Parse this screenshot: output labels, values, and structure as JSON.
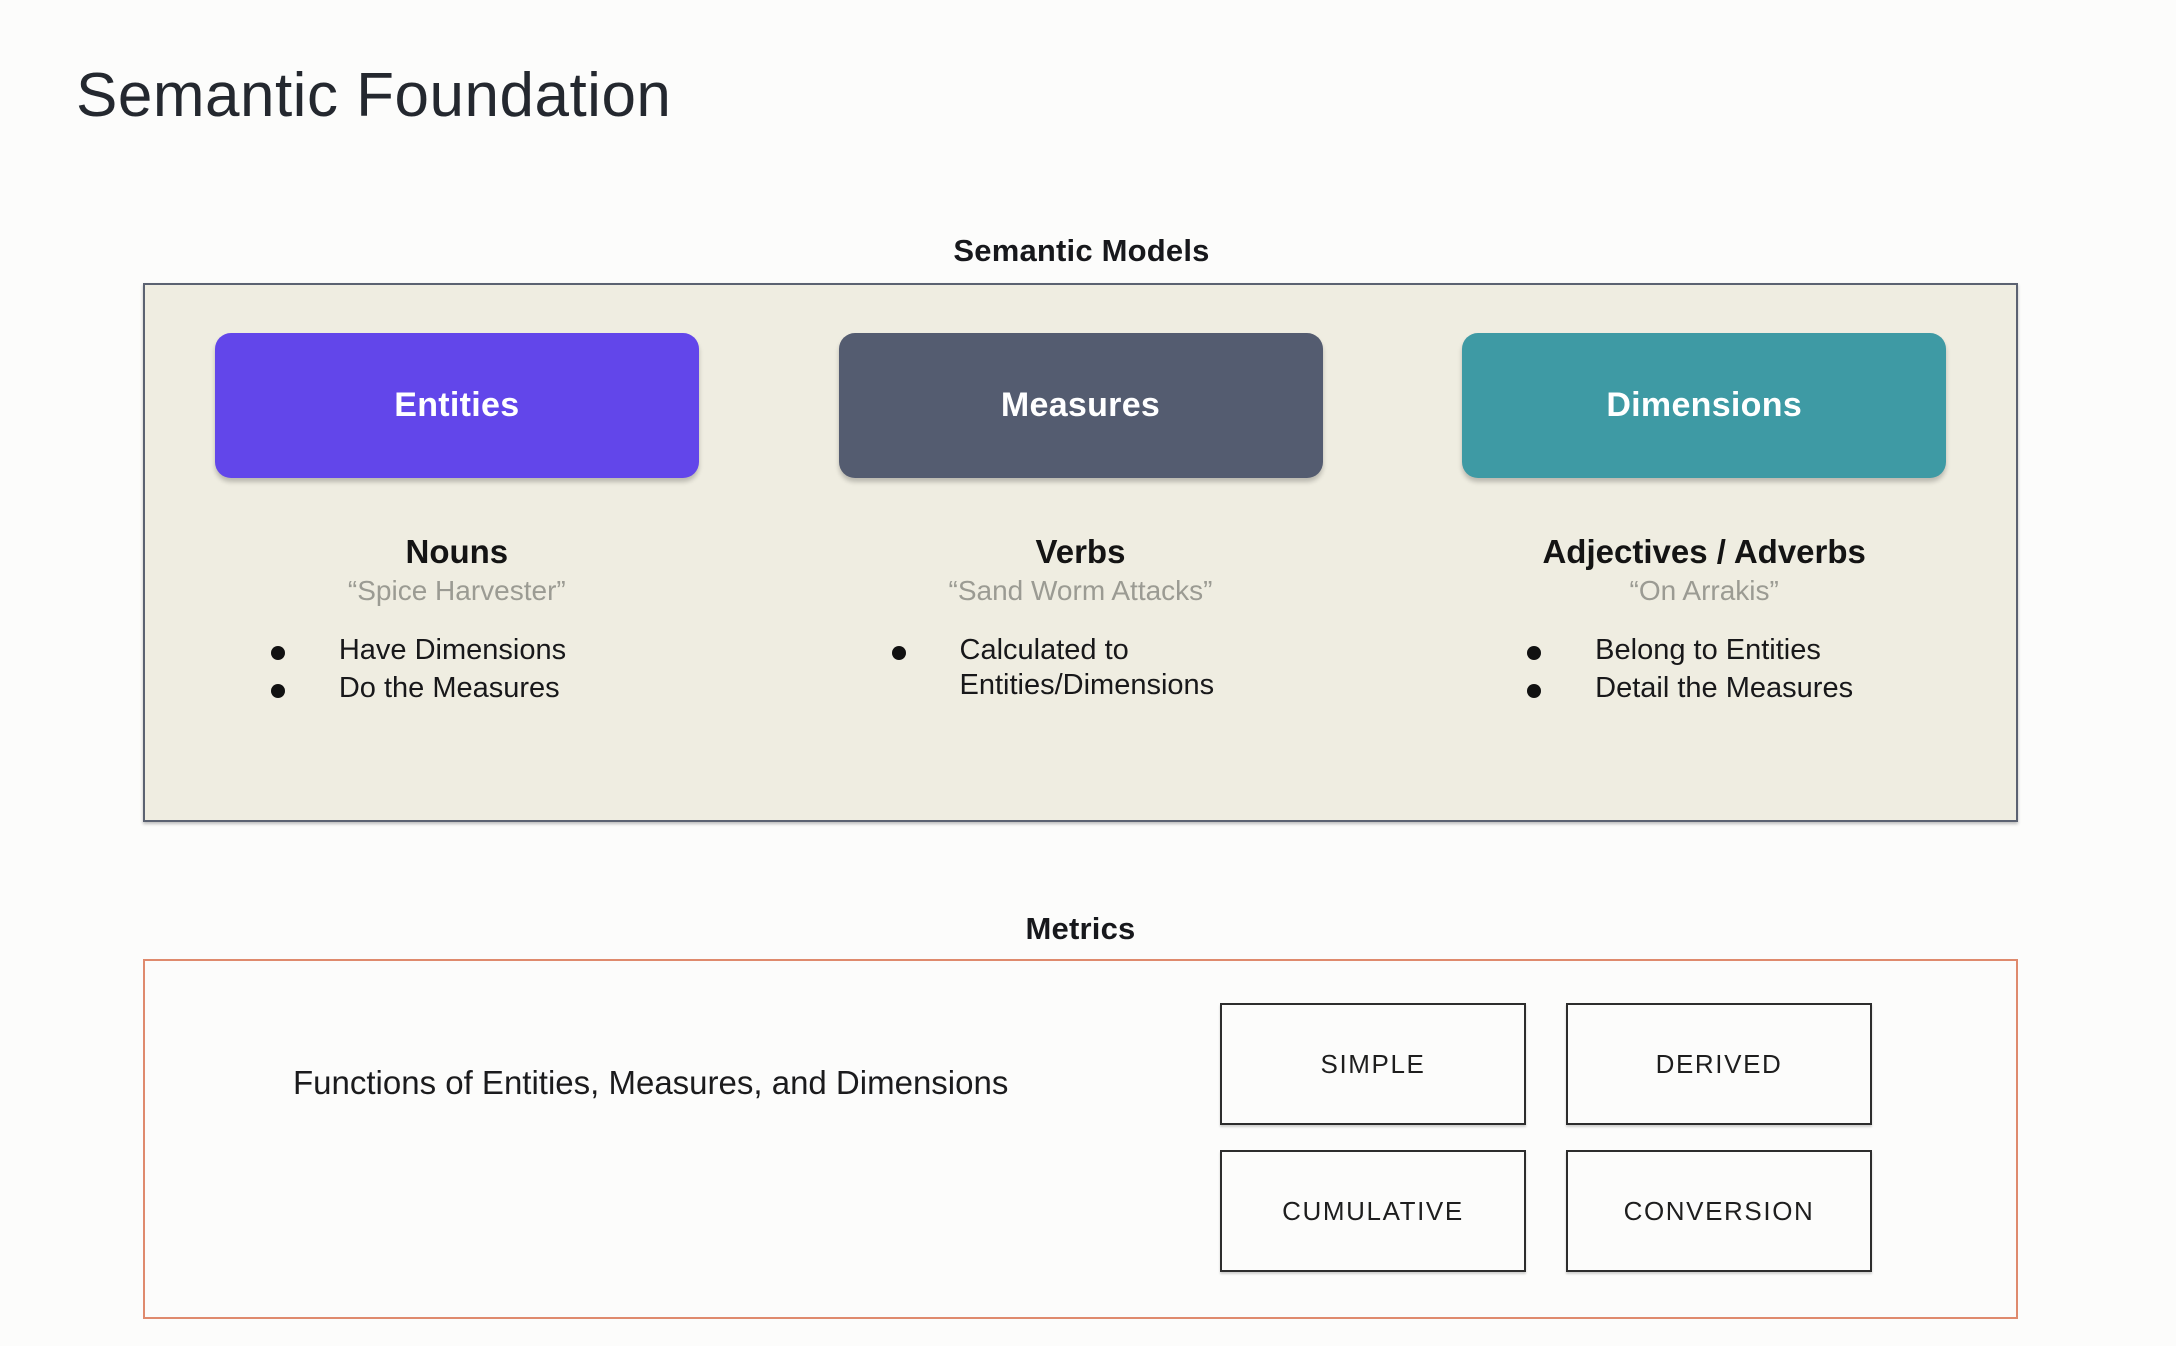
{
  "slide": {
    "title": "Semantic Foundation"
  },
  "semantic_models": {
    "caption": "Semantic Models",
    "columns": [
      {
        "pill_label": "Entities",
        "pill_color": "#6246EA",
        "heading": "Nouns",
        "example": "“Spice Harvester”",
        "bullets": [
          "Have Dimensions",
          "Do the Measures"
        ]
      },
      {
        "pill_label": "Measures",
        "pill_color": "#545C70",
        "heading": "Verbs",
        "example": "“Sand Worm Attacks”",
        "bullets": [
          "Calculated to Entities/Dimensions"
        ]
      },
      {
        "pill_label": "Dimensions",
        "pill_color": "#3E9AA4",
        "heading": "Adjectives / Adverbs",
        "example": "“On Arrakis”",
        "bullets": [
          "Belong to Entities",
          "Detail the Measures"
        ]
      }
    ]
  },
  "metrics": {
    "caption": "Metrics",
    "description": "Functions of Entities, Measures, and Dimensions",
    "border_color": "#DF8A6D",
    "types": [
      "SIMPLE",
      "DERIVED",
      "CUMULATIVE",
      "CONVERSION"
    ]
  },
  "theme": {
    "page_background": "#FCFCFB",
    "panel_background": "#EFEDE1",
    "panel_border": "#5B6271",
    "muted_text": "#9B9B93"
  }
}
